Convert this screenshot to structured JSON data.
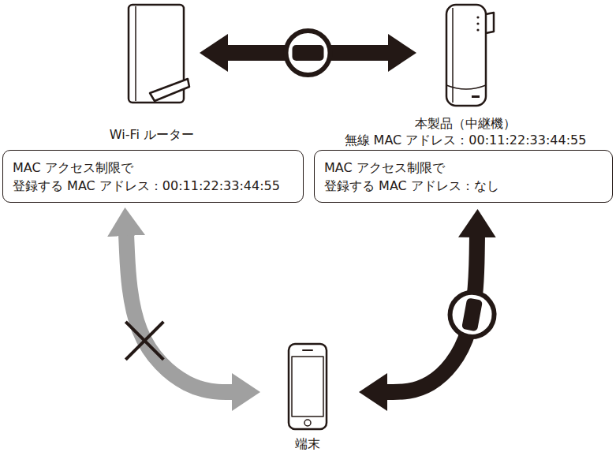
{
  "diagram": {
    "nodes": [
      {
        "text": [
          "Wi-Fi ルーター"
        ]
      },
      {
        "text": [
          "MAC アクセス制限で",
          "登録する MAC アドレス：00:11:22:33:44:55"
        ]
      },
      {
        "text": [
          "本製品（中継機）",
          "無線 MAC アドレス：00:11:22:33:44:55"
        ]
      },
      {
        "text": [
          "MAC アクセス制限で",
          "登録する MAC アドレス：なし"
        ]
      },
      {
        "text": [
          "端末"
        ]
      }
    ],
    "edges": [
      {
        "from": 0,
        "to": 2,
        "arrow": "both"
      },
      {
        "from": 1,
        "to": 4,
        "arrow": "both"
      },
      {
        "from": 3,
        "to": 4,
        "arrow": "both"
      }
    ]
  }
}
